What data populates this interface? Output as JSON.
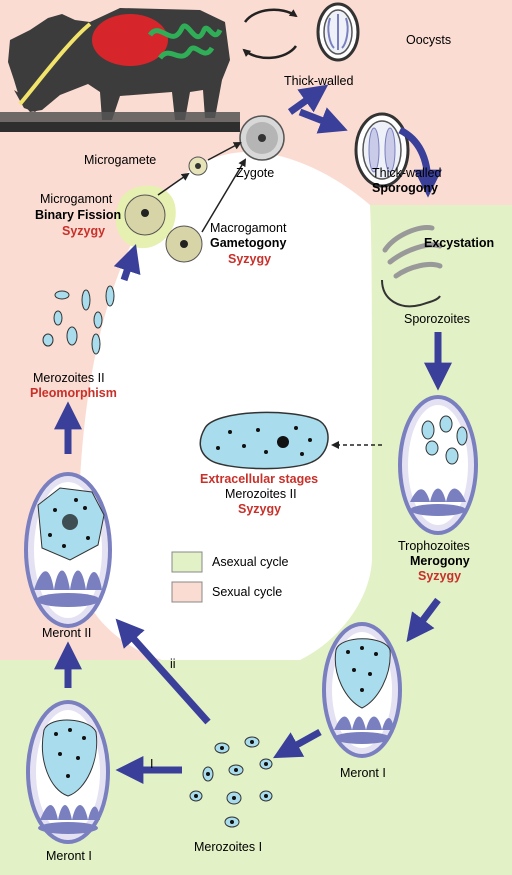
{
  "labels": {
    "oocysts": "Oocysts",
    "thick_walled_1": "Thick-walled",
    "thick_walled_2": "Thick-walled",
    "sporogony": "Sporogony",
    "zygote": "Zygote",
    "microgamete": "Microgamete",
    "microgamont": "Microgamont",
    "binary_fission": "Binary Fission",
    "syzygy_microgamont": "Syzygy",
    "macrogamont": "Macrogamont",
    "gametogony": "Gametogony",
    "syzygy_macrogamont": "Syzygy",
    "excystation": "Excystation",
    "sporozoites": "Sporozoites",
    "merozoites_ii": "Merozoites II",
    "pleomorphism": "Pleomorphism",
    "extracellular_stages": "Extracellular stages",
    "merozoites_ii_extracellular": "Merozoites II",
    "syzygy_extracellular": "Syzygy",
    "trophozoites": "Trophozoites",
    "merogony": "Merogony",
    "syzygy_trophozoites": "Syzygy",
    "meront_ii": "Meront II",
    "meront_i_right": "Meront I",
    "meront_i_left": "Meront I",
    "merozoites_i": "Merozoites I",
    "arrow_i": "I",
    "arrow_ii": "ii"
  },
  "legend": [
    {
      "label": "Asexual cycle",
      "color": "#e2f1c6"
    },
    {
      "label": "Sexual cycle",
      "color": "#fbdcd2"
    }
  ],
  "colors": {
    "asexual": "#e2f1c6",
    "sexual": "#fbdcd2",
    "arrow": "#3a3f9a",
    "cell": "#a9dcec",
    "highlight": "#c8302a"
  }
}
